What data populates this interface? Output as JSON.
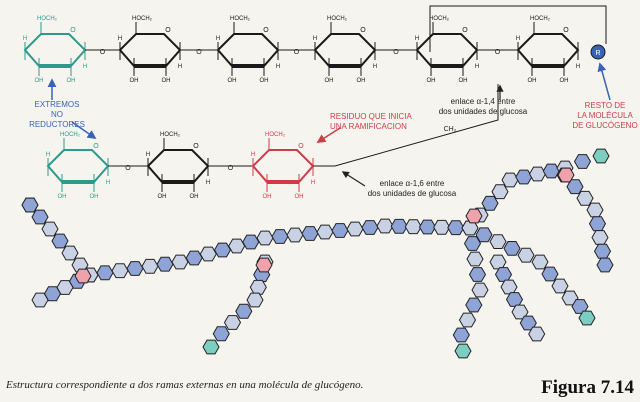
{
  "labels": {
    "extremos_no_reductores": [
      "EXTREMOS",
      "NO REDUCTORES"
    ],
    "residuo_ramificacion": [
      "RESIDUO QUE INICIA",
      "UNA RAMIFICACION"
    ],
    "enlace_14": [
      "enlace α-1,4 entre",
      "dos unidades de glucosa"
    ],
    "enlace_16": [
      "enlace α-1,6 entre",
      "dos unidades de glucosa"
    ],
    "resto_molecula": [
      "RESTO DE",
      "LA MOLÉCULA",
      "DE GLUCÓGENO"
    ],
    "ch2": "CH₂",
    "r": "R",
    "hoch2": "HOCH₂",
    "oh": "OH",
    "h": "H",
    "o": "O"
  },
  "caption": "Estructura correspondiente a dos ramas externas en una molécula de glucógeno.",
  "figure_label": "Figura 7.14",
  "colors": {
    "blue": "#3a62b8",
    "red": "#d23a48",
    "teal": "#2e9a8c",
    "hex_blue": "#8fa4d6",
    "hex_gray": "#c9d2e4",
    "hex_pink": "#f0a2ac",
    "hex_teal": "#7ccfc0"
  }
}
